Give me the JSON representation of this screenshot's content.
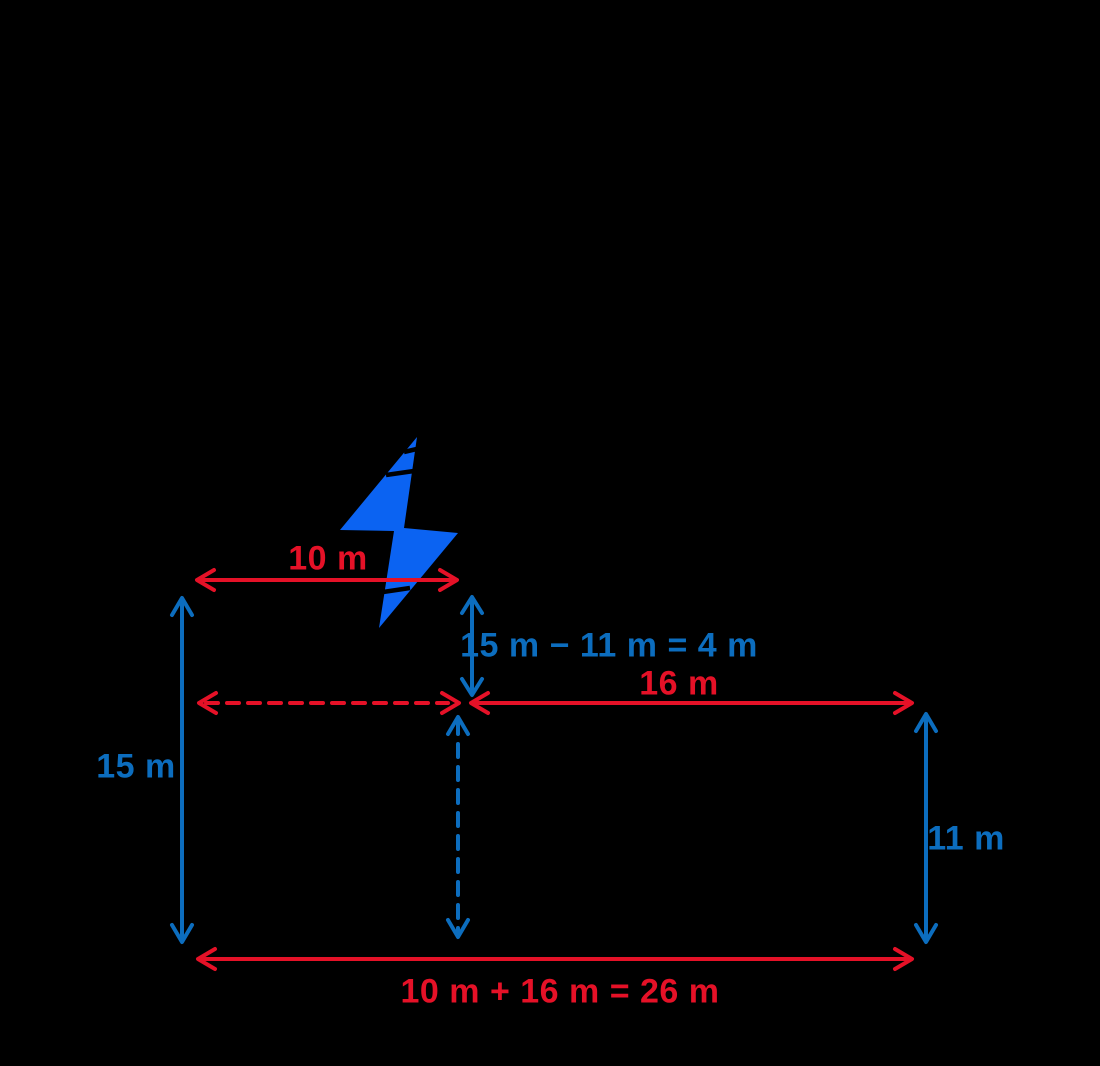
{
  "diagram": {
    "labels": {
      "top_width": "10 m",
      "left_height": "15 m",
      "height_difference": "15 m − 11 m = 4 m",
      "right_width": "16 m",
      "right_height": "11 m",
      "total_width": "10 m + 16 m = 26 m"
    },
    "icons": {
      "bolt": "lightning-bolt-icon"
    }
  },
  "colors": {
    "bg": "#000000",
    "red": "#e51127",
    "blue": "#0c6dbe",
    "bolt": "#0b63f2"
  }
}
